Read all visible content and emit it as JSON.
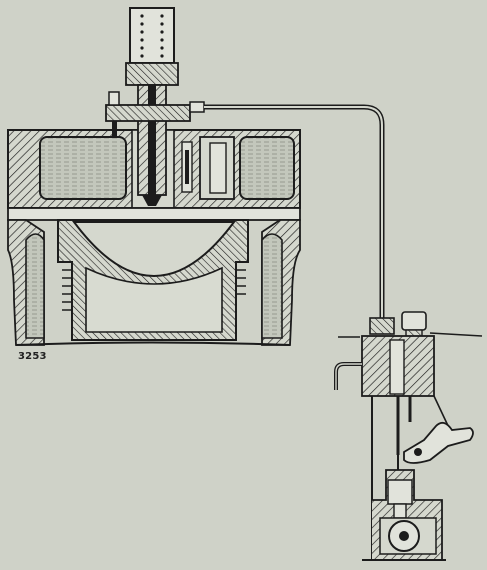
{
  "figure": {
    "number": "3253"
  },
  "colors": {
    "paper": "#cfd2c8",
    "ink": "#1c1c1c",
    "fluid": "#bfc3b8"
  },
  "parts": [
    "cylinder-head",
    "piston",
    "fuel-injector",
    "spring-housing",
    "fuel-pipe",
    "fuel-pump",
    "pump-rocker-lever",
    "camshaft"
  ]
}
